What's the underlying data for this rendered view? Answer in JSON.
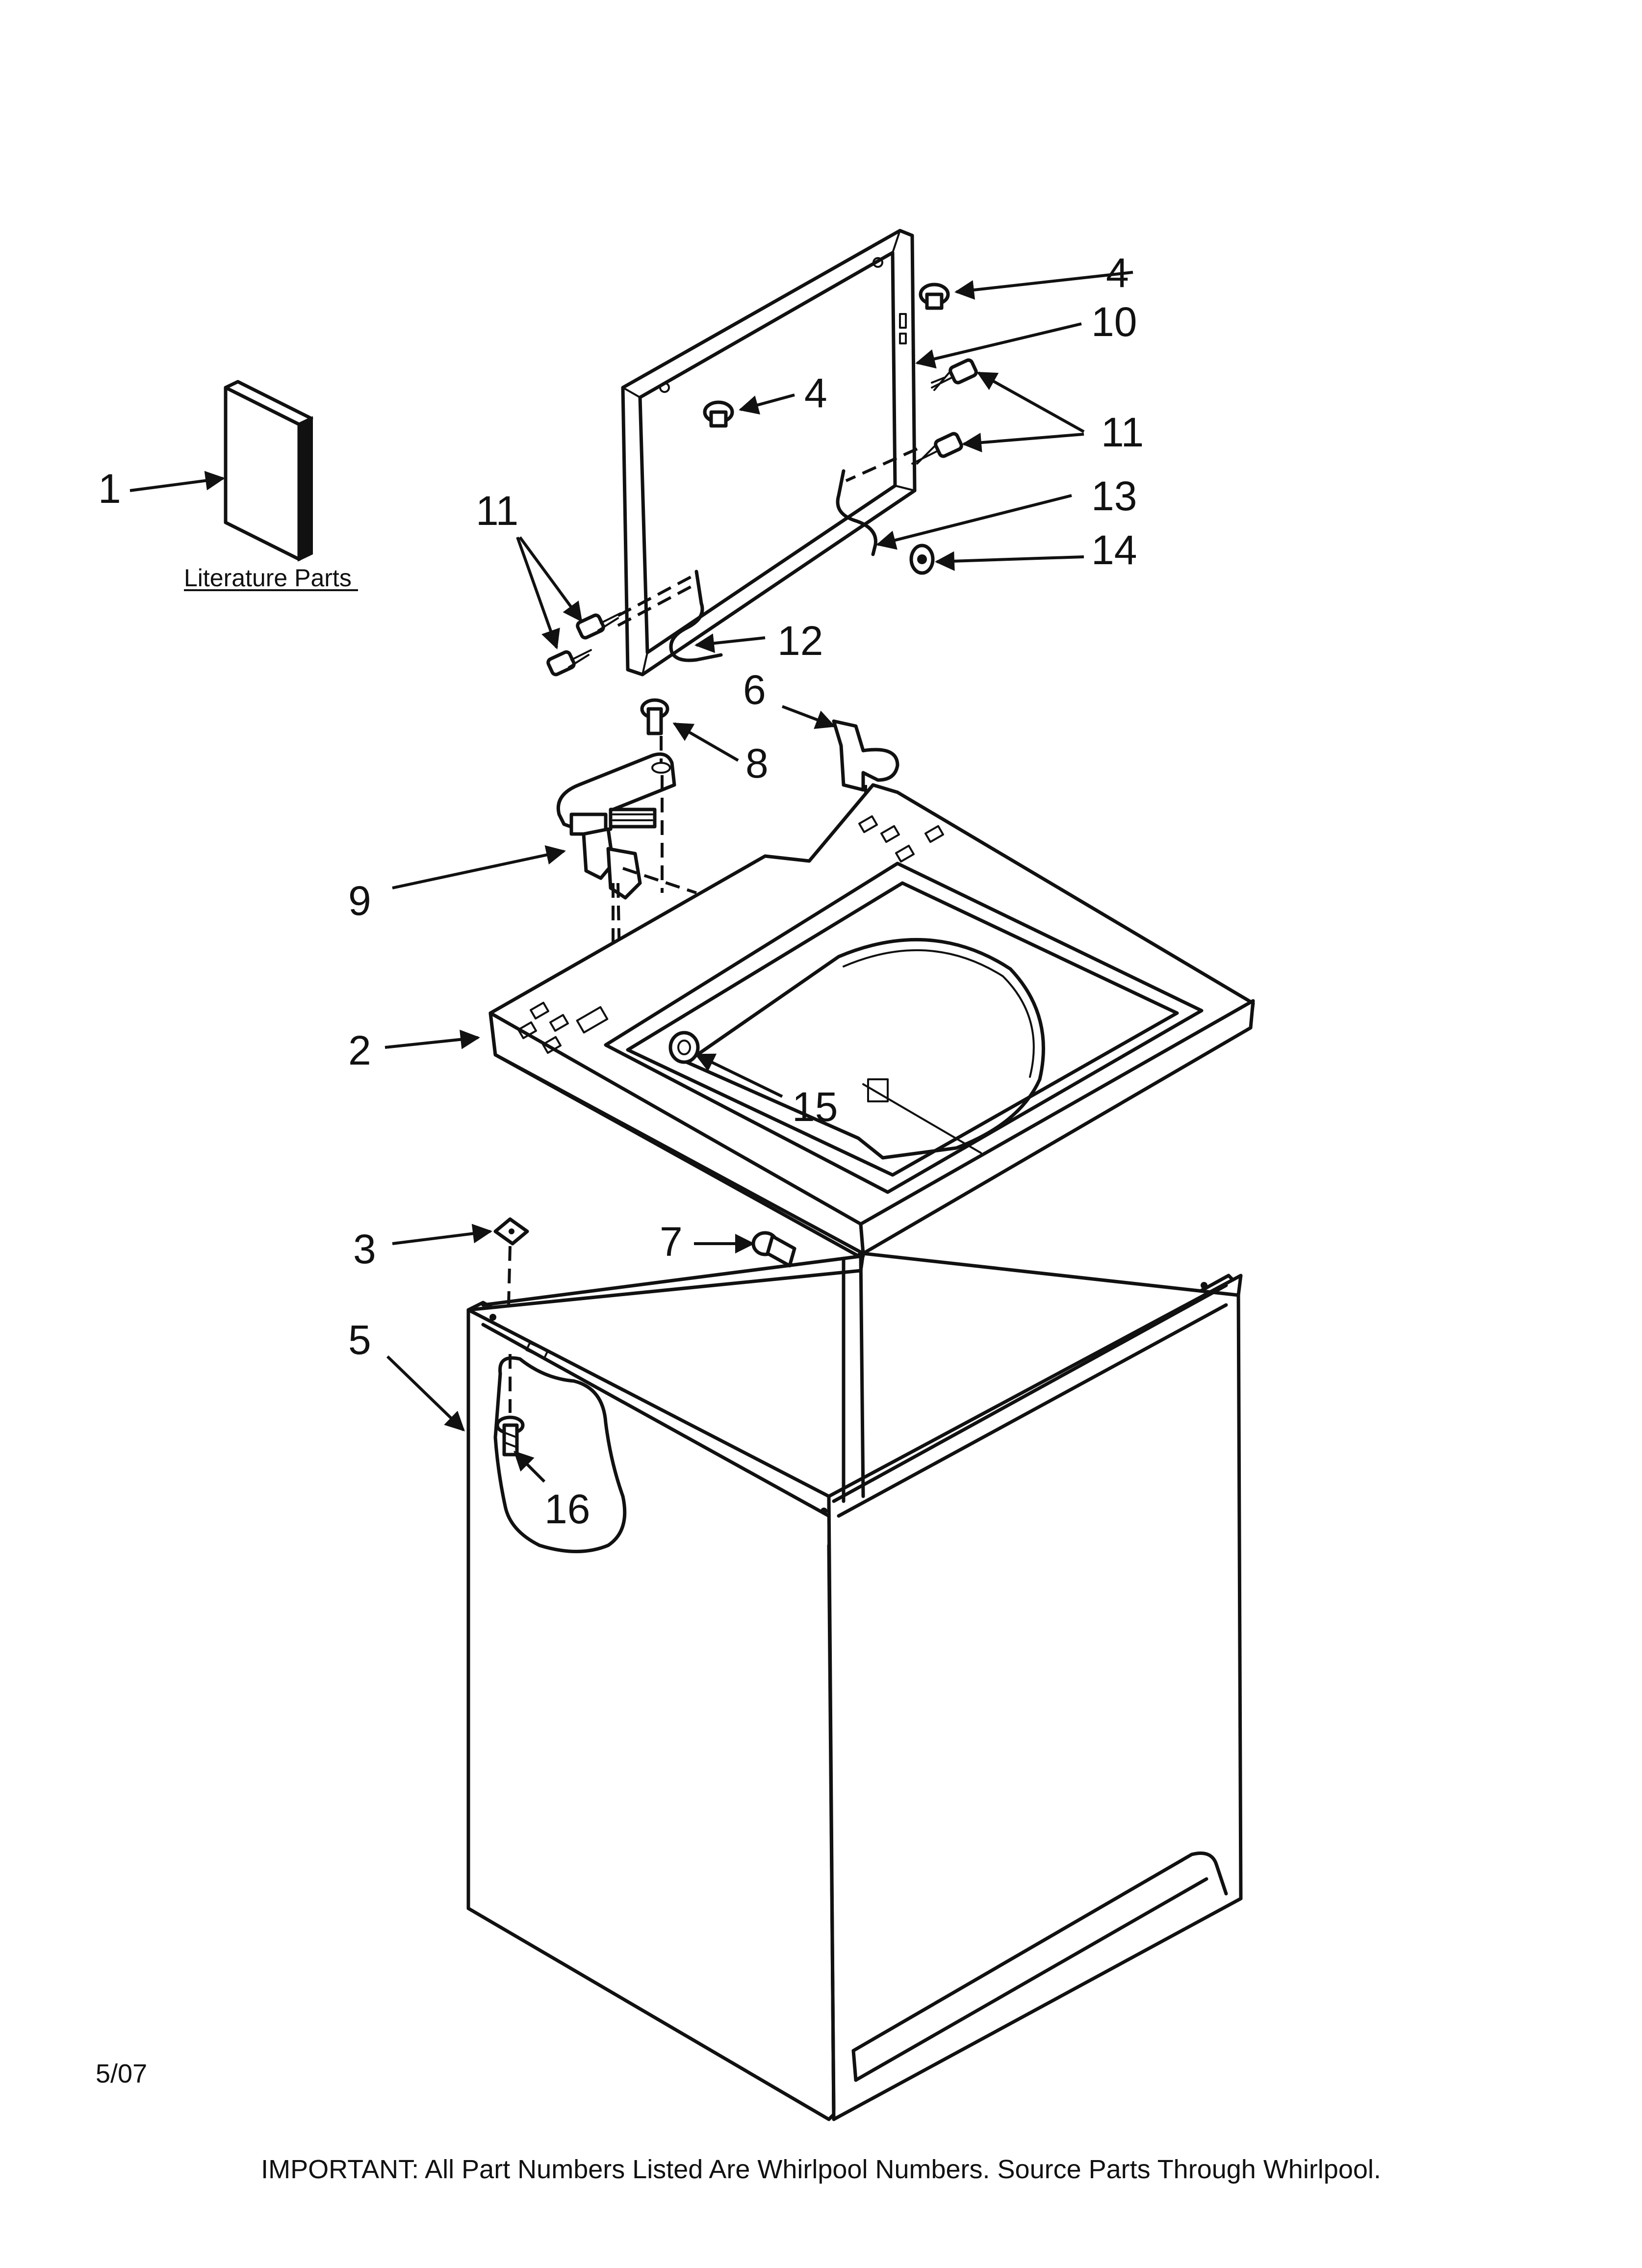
{
  "literature_label": "Literature Parts",
  "date_code": "5/07",
  "footer_note": "IMPORTANT: All Part Numbers Listed Are Whirlpool Numbers. Source Parts Through Whirlpool.",
  "callouts": {
    "c1": "1",
    "c2": "2",
    "c3": "3",
    "c4a": "4",
    "c4b": "4",
    "c5": "5",
    "c6": "6",
    "c7": "7",
    "c8": "8",
    "c9": "9",
    "c10": "10",
    "c11a": "11",
    "c11b": "11",
    "c12": "12",
    "c13": "13",
    "c14": "14",
    "c15": "15",
    "c16": "16"
  }
}
